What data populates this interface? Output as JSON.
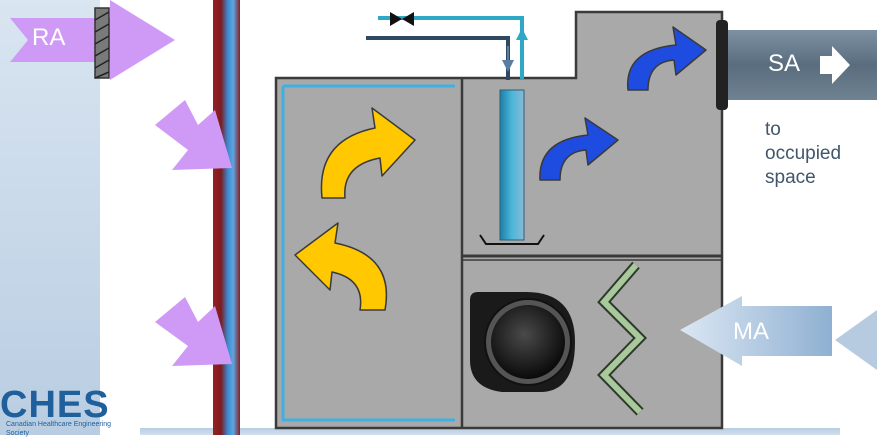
{
  "labels": {
    "ra": "RA",
    "sa": "SA",
    "ma": "MA",
    "to_occupied_space": [
      "to",
      "occupied",
      "space"
    ]
  },
  "logo": {
    "text": "CHES",
    "subtitle": "Canadian Healthcare Engineering Society"
  },
  "colors": {
    "left_panel": "#c9d8e8",
    "unit_body": "#a9a9a9",
    "unit_border": "#3a3a3a",
    "yellow_arrow": "#ffc800",
    "blue_arrow": "#1e4be0",
    "purple_arrow": "#cf9af5",
    "ma_arrow": "#a9c3df",
    "sa_duct": "#5f7384",
    "pipe": "#2fa8c6",
    "pipe_dark": "#2e4a63",
    "wall_red": "#8a1f24",
    "wall_blue": "#3b8bd2"
  }
}
